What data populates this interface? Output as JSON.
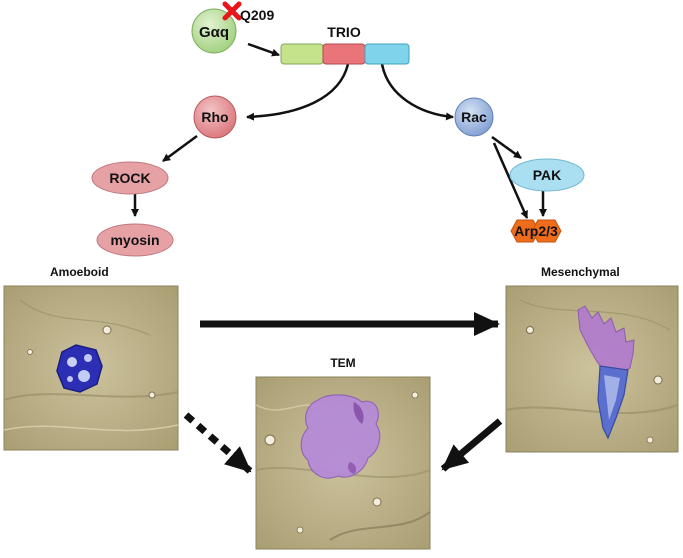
{
  "nodes": {
    "galphaq": "Gαq",
    "mutation": "Q209",
    "trio": "TRIO",
    "rho": "Rho",
    "rock": "ROCK",
    "myosin": "myosin",
    "rac": "Rac",
    "pak": "PAK",
    "arp": "Arp2/3"
  },
  "panels": {
    "amoeboid": "Amoeboid",
    "mesenchymal": "Mesenchymal",
    "tem": "TEM"
  },
  "colors": {
    "galphaq_fill": "#b9dd9c",
    "trio_green": "#c4e38a",
    "trio_red": "#e9757a",
    "trio_cyan": "#7fd3ea",
    "rho_fill": "#e38f94",
    "rock_fill": "#e6a1a5",
    "rac_fill": "#9cb6df",
    "pak_fill": "#a9dff1",
    "arp_fill": "#ee6c1a",
    "mutation_x": "#e8151a",
    "micrograph_bg": "#bdb087",
    "amoeboid_cell": "#2c2fb4",
    "mesenchymal_cell": "#b17ad0",
    "tem_cell": "#b58ad9"
  }
}
